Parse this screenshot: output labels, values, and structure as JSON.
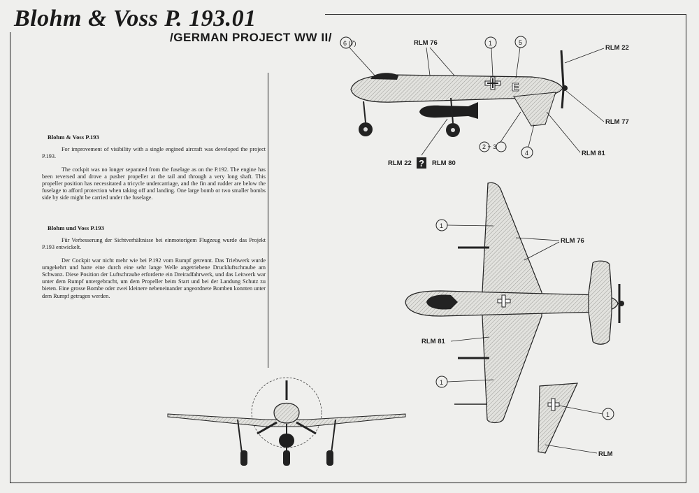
{
  "header": {
    "title": "Blohm & Voss P. 193.01",
    "subtitle": "/GERMAN PROJECT WW II/"
  },
  "text": {
    "en_heading": "Blohm & Voss P.193",
    "en_p1": "For improvement of visibility with a single engined aircraft was developed the project P.193.",
    "en_p2": "The cockpit was no longer separated from the fuselage as on the P.192. The engine has been reversed and drove a pusher propeller at the tail and through a very long shaft. This propeller position has necessitated a tricycle undercarriage, and the fin and rudder are below the fuselage to afford protection when taking off and landing. One large bomb or two smaller bombs side by side might be carried under the fuselage.",
    "de_heading": "Blohm und Voss P.193",
    "de_p1": "Für Verbesserung der Sichtverhältnisse bei einmotorigem Flugzeug wurde das Projekt P.193 entwickelt.",
    "de_p2": "Der Cockpit war nicht mehr wie bei P.192 vom Rumpf getrennt. Das Triebwerk wurde umgekehrt und hatte eine durch eine sehr lange Welle angetriebene Druckluftschraube am Schwanz. Diese Position der Luftschraube erforderte ein Dreiradfahrwerk, und das Leitwerk war unter dem Rumpf untergebracht, um dem Propeller beim Start und bei der Landung Schutz zu bieten. Eine grosse Bombe oder zwei kleinere nebeneinander angeordnete Bomben konnten unter dem Rumpf getragen werden."
  },
  "side_view": {
    "callout_6_7": "6 (7)",
    "rlm76": "RLM 76",
    "c1": "1",
    "c5": "5",
    "rlm22_top": "RLM 22",
    "rlm77": "RLM 77",
    "rlm81": "RLM 81",
    "c2_3": "2 + 3",
    "c4": "4",
    "rlm22_bottom": "RLM 22",
    "question": "?",
    "rlm80": "RLM 80",
    "fuselage_code": "E"
  },
  "top_view": {
    "c1_top": "1",
    "rlm76": "RLM 76",
    "rlm81": "RLM 81",
    "c1_bottom": "1"
  },
  "wing_detail": {
    "c1": "1",
    "rlm_partial": "RLM"
  }
}
